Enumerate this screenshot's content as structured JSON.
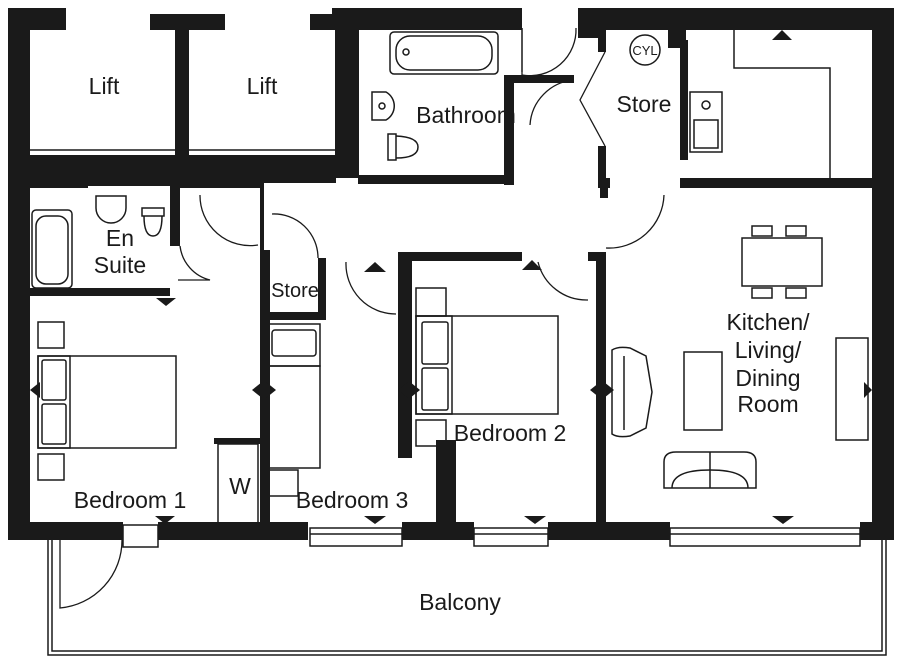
{
  "plan": {
    "rooms": {
      "lift_1": "Lift",
      "lift_2": "Lift",
      "bathroom": "Bathroom",
      "store_hall": "Store",
      "store_small": "Store",
      "en_suite_line1": "En",
      "en_suite_line2": "Suite",
      "bedroom_1": "Bedroom 1",
      "wardrobe": "W",
      "bedroom_2": "Bedroom 2",
      "bedroom_3": "Bedroom 3",
      "kitchen_line1": "Kitchen/",
      "kitchen_line2": "Living/",
      "kitchen_line3": "Dining",
      "kitchen_line4": "Room",
      "balcony": "Balcony",
      "cylinder": "CYL"
    },
    "colors": {
      "wall": "#1a1a1a",
      "background": "#ffffff"
    }
  }
}
